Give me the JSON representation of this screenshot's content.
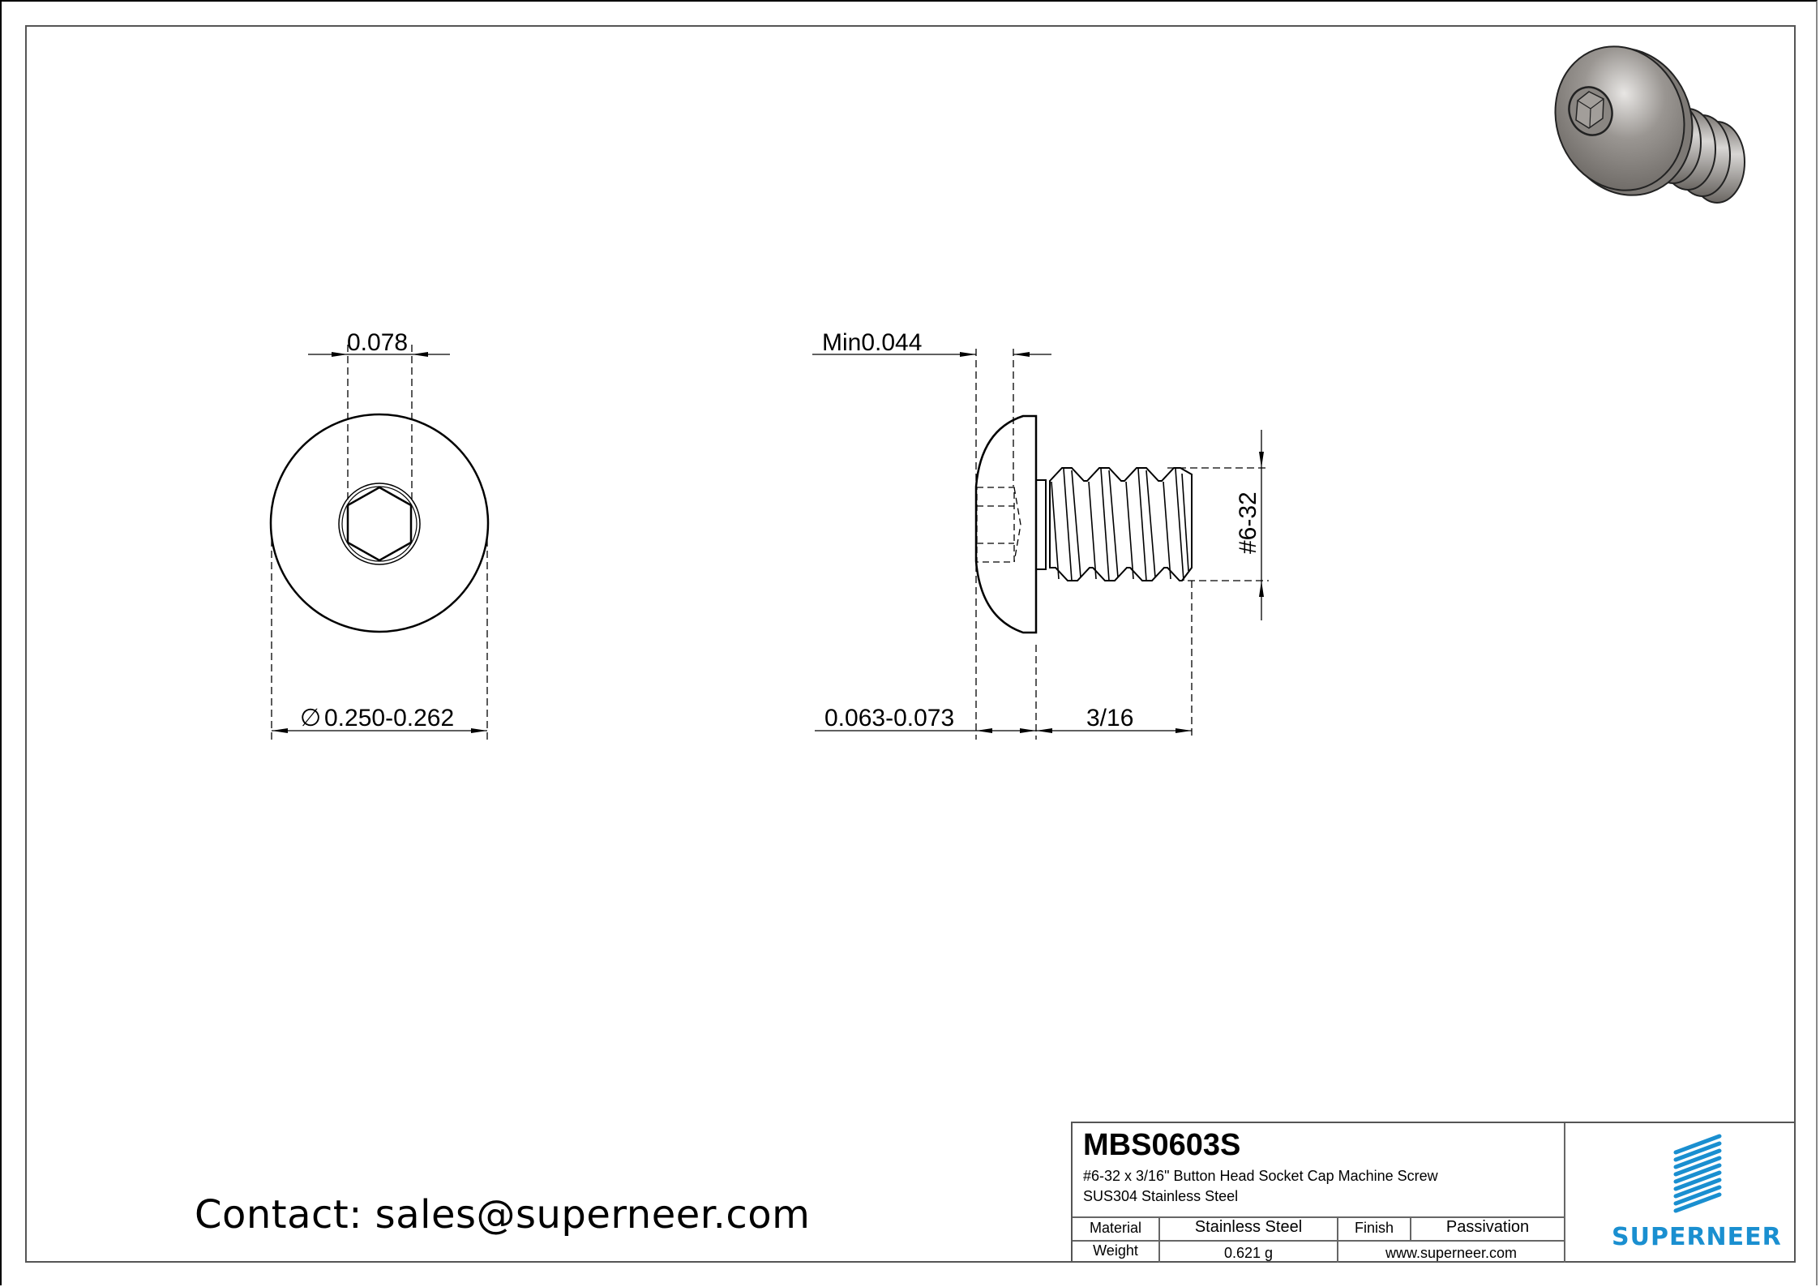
{
  "title_block": {
    "part_number": "MBS0603S",
    "description_line1": "#6-32 x 3/16\"   Button Head Socket Cap Machine Screw",
    "description_line2": "SUS304 Stainless Steel",
    "material_label": "Material",
    "material_value": "Stainless Steel",
    "finish_label": "Finish",
    "finish_value": "Passivation",
    "weight_label": "Weight",
    "weight_value": "0.621 g",
    "website": "www.superneer.com",
    "brand": "SUPERNEER"
  },
  "contact": "Contact: sales@superneer.com",
  "dimensions": {
    "hex_socket": "0.078",
    "head_diameter_symbol": "∅",
    "head_diameter": "0.250-0.262",
    "socket_depth": "Min0.044",
    "head_height": "0.063-0.073",
    "length": "3/16",
    "thread": "#6-32"
  },
  "colors": {
    "brand_blue": "#1a8fd0",
    "screw_gray": "#8e8a86"
  },
  "icons": {
    "logo": "diagonal-stripes-logo",
    "iso_view": "3d-screw-render"
  }
}
